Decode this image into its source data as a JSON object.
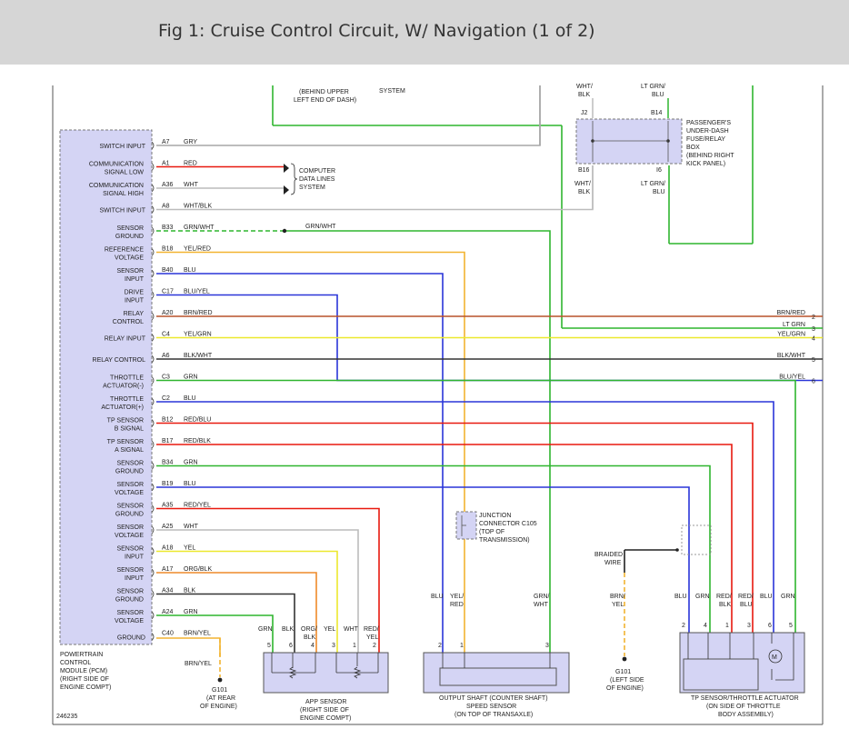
{
  "figure_title": "Fig 1: Cruise Control Circuit, W/ Navigation (1 of 2)",
  "colors": {
    "RED": "#e8190f",
    "WHT": "#bcbcbc",
    "GRY": "#a7a7a7",
    "GRN": "#2fb52f",
    "YEL": "#ece82e",
    "BLU": "#2a35d8",
    "BLK": "#333333",
    "ORG": "#ee8a2a",
    "YELRED": "#f2b431",
    "module": "#d4d4f4"
  },
  "top": {
    "behind_upper": "(BEHIND UPPER",
    "left_end_dash": "LEFT END OF DASH)",
    "system": "SYSTEM",
    "wht_blk": "WHT/",
    "blk": "BLK",
    "lt_grn": "LT GRN/",
    "blu": "BLU"
  },
  "fuse_box": {
    "j2": "J2",
    "b14": "B14",
    "b16": "B16",
    "i6": "I6",
    "label": [
      "PASSENGER'S",
      "UNDER-DASH",
      "FUSE/RELAY",
      "BOX",
      "(BEHIND RIGHT",
      "KICK PANEL)"
    ],
    "wht": "WHT/",
    "blk": "BLK",
    "ltgrn": "LT GRN/",
    "blu": "BLU"
  },
  "pcm": {
    "label": [
      "POWERTRAIN",
      "CONTROL",
      "MODULE (PCM)",
      "(RIGHT SIDE OF",
      "ENGINE COMPT)"
    ],
    "pins": [
      {
        "name": [
          "SWITCH INPUT"
        ],
        "pin": "A7",
        "wire": "GRY"
      },
      {
        "name": [
          "COMMUNICATION",
          "SIGNAL LOW"
        ],
        "pin": "A1",
        "wire": "RED"
      },
      {
        "name": [
          "COMMUNICATION",
          "SIGNAL HIGH"
        ],
        "pin": "A36",
        "wire": "WHT"
      },
      {
        "name": [
          "SWITCH INPUT"
        ],
        "pin": "A8",
        "wire": "WHT/BLK"
      },
      {
        "name": [
          "SENSOR",
          "GROUND"
        ],
        "pin": "B33",
        "wire": "GRN/WHT"
      },
      {
        "name": [
          "REFERENCE",
          "VOLTAGE"
        ],
        "pin": "B18",
        "wire": "YEL/RED"
      },
      {
        "name": [
          "SENSOR",
          "INPUT"
        ],
        "pin": "B40",
        "wire": "BLU"
      },
      {
        "name": [
          "DRIVE",
          "INPUT"
        ],
        "pin": "C17",
        "wire": "BLU/YEL"
      },
      {
        "name": [
          "RELAY",
          "CONTROL"
        ],
        "pin": "A20",
        "wire": "BRN/RED"
      },
      {
        "name": [
          "RELAY INPUT"
        ],
        "pin": "C4",
        "wire": "YEL/GRN"
      },
      {
        "name": [
          "RELAY CONTROL"
        ],
        "pin": "A6",
        "wire": "BLK/WHT"
      },
      {
        "name": [
          "THROTTLE",
          "ACTUATOR(-)"
        ],
        "pin": "C3",
        "wire": "GRN"
      },
      {
        "name": [
          "THROTTLE",
          "ACTUATOR(+)"
        ],
        "pin": "C2",
        "wire": "BLU"
      },
      {
        "name": [
          "TP SENSOR",
          "B SIGNAL"
        ],
        "pin": "B12",
        "wire": "RED/BLU"
      },
      {
        "name": [
          "TP SENSOR",
          "A SIGNAL"
        ],
        "pin": "B17",
        "wire": "RED/BLK"
      },
      {
        "name": [
          "SENSOR",
          "GROUND"
        ],
        "pin": "B34",
        "wire": "GRN"
      },
      {
        "name": [
          "SENSOR",
          "VOLTAGE"
        ],
        "pin": "B19",
        "wire": "BLU"
      },
      {
        "name": [
          "SENSOR",
          "GROUND"
        ],
        "pin": "A35",
        "wire": "RED/YEL"
      },
      {
        "name": [
          "SENSOR",
          "VOLTAGE"
        ],
        "pin": "A25",
        "wire": "WHT"
      },
      {
        "name": [
          "SENSOR",
          "INPUT"
        ],
        "pin": "A18",
        "wire": "YEL"
      },
      {
        "name": [
          "SENSOR",
          "INPUT"
        ],
        "pin": "A17",
        "wire": "ORG/BLK"
      },
      {
        "name": [
          "SENSOR",
          "GROUND"
        ],
        "pin": "A34",
        "wire": "BLK"
      },
      {
        "name": [
          "SENSOR",
          "VOLTAGE"
        ],
        "pin": "A24",
        "wire": "GRN"
      },
      {
        "name": [
          "GROUND"
        ],
        "pin": "C40",
        "wire": "BRN/YEL"
      }
    ]
  },
  "cdl": [
    "COMPUTER",
    "DATA LINES",
    "SYSTEM"
  ],
  "grn_wht_mid": "GRN/WHT",
  "right_conn": [
    {
      "wire": "BRN/RED",
      "num": "2"
    },
    {
      "wire": "LT GRN",
      "num": "3"
    },
    {
      "wire": "YEL/GRN",
      "num": "4"
    },
    {
      "wire": "BLK/WHT",
      "num": "5"
    },
    {
      "wire": "BLU/YEL",
      "num": "6"
    }
  ],
  "junction": [
    "JUNCTION",
    "CONNECTOR C105",
    "(TOP OF",
    "TRANSMISSION)"
  ],
  "braided": [
    "BRAIDED",
    "WIRE"
  ],
  "app": {
    "wires": [
      "GRN",
      "BLK",
      "ORG/",
      "BLK",
      "YEL",
      "WHT",
      "RED/",
      "YEL"
    ],
    "pins": [
      "5",
      "6",
      "4",
      "3",
      "1",
      "2"
    ],
    "label": [
      "APP SENSOR",
      "(RIGHT SIDE OF",
      "ENGINE COMPT)"
    ]
  },
  "oss": {
    "wires": [
      "BLU",
      "YEL/",
      "RED",
      "GRN/",
      "WHT"
    ],
    "pins": [
      "2",
      "1",
      "3"
    ],
    "label": [
      "OUTPUT SHAFT (COUNTER SHAFT)",
      "SPEED SENSOR",
      "(ON TOP OF TRANSAXLE)"
    ]
  },
  "tp": {
    "wires": [
      "BLU",
      "GRN",
      "RED/",
      "BLK",
      "RED/",
      "BLU",
      "BLU",
      "GRN"
    ],
    "pins": [
      "2",
      "4",
      "1",
      "3",
      "6",
      "5"
    ],
    "label": [
      "TP SENSOR/THROTTLE ACTUATOR",
      "(ON SIDE OF THROTTLE",
      "BODY ASSEMBLY)"
    ]
  },
  "g101_left": {
    "wire": "BRN/YEL",
    "label": [
      "G101",
      "(AT REAR",
      "OF ENGINE)"
    ]
  },
  "g101_right": {
    "wire": [
      "BRN/",
      "YEL"
    ],
    "label": [
      "G101",
      "(LEFT SIDE",
      "OF ENGINE)"
    ]
  },
  "code": "246235"
}
